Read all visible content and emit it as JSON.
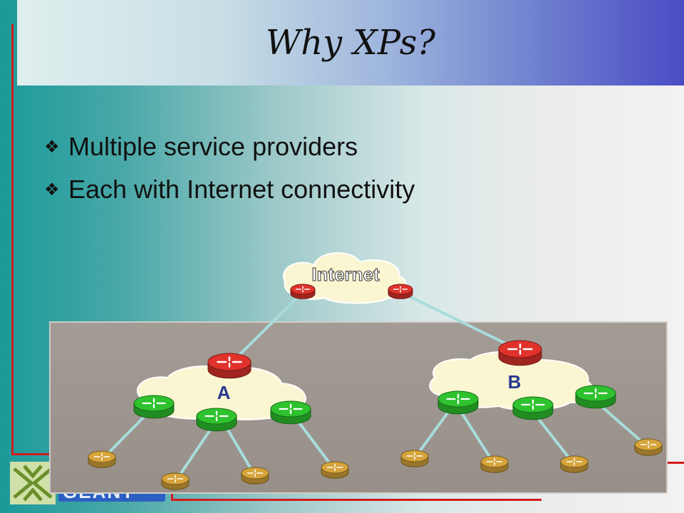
{
  "title": "Why XPs?",
  "bullets": [
    "Multiple service providers",
    "Each with Internet connectivity"
  ],
  "bullet_icon": "four-diamond-icon",
  "diagram": {
    "internet_label": "Internet",
    "provider_a_label": "A",
    "provider_b_label": "B"
  },
  "colors": {
    "accent_red": "#d21b1b",
    "router_red": "#e0322b",
    "router_green": "#2ec22e",
    "router_tan": "#d6a43a",
    "link": "#a8dcdc",
    "panel": "#9e9790"
  }
}
